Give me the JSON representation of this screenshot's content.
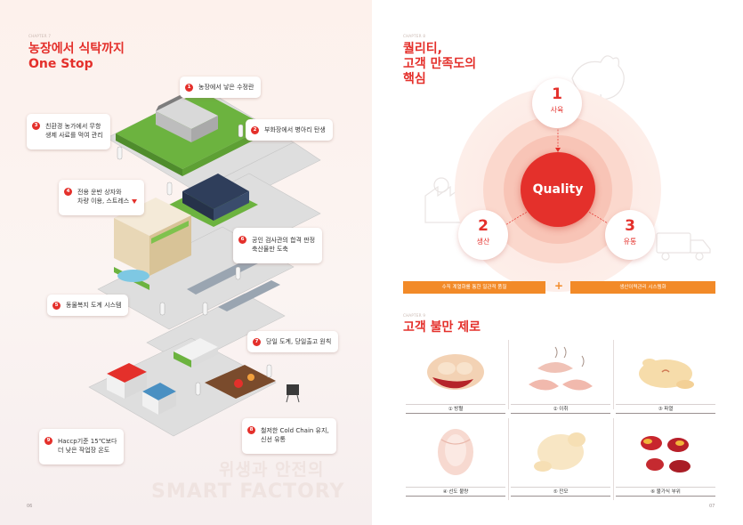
{
  "left": {
    "chapter_tag": "CHAPTER 7",
    "title_line1": "농장에서 식탁까지",
    "title_line2": "One Stop",
    "page_number": "06",
    "watermark_kr": "위생과 안전의",
    "watermark_en": "SMART FACTORY",
    "callouts": [
      {
        "num": "1",
        "line1": "농장에서 낳은 수정란",
        "line2": ""
      },
      {
        "num": "2",
        "line1": "부화장에서 병아리 탄생",
        "line2": ""
      },
      {
        "num": "3",
        "line1": "친환경 농가에서 무항",
        "line2": "생제 사료를 먹여 관리"
      },
      {
        "num": "4",
        "line1": "전용 운반 상자와",
        "line2": "차량 이용, 스트레스"
      },
      {
        "num": "5",
        "line1": "동물복지 도계 시스템",
        "line2": ""
      },
      {
        "num": "6",
        "line1": "공인 검사관의 합격 판정",
        "line2": "축산물만 도축"
      },
      {
        "num": "7",
        "line1": "당일 도계, 당일출고 원칙",
        "line2": ""
      },
      {
        "num": "8",
        "line1": "철저한 Cold Chain 유지,",
        "line2": "신선 유통"
      },
      {
        "num": "9",
        "line1": "Haccp기준 15℃보다",
        "line2": "더 낮은 작업장 온도"
      }
    ]
  },
  "right": {
    "chapter_tag_top": "CHAPTER 8",
    "title_top_1": "퀄리티,",
    "title_top_2": "고객 만족도의",
    "title_top_3": "핵심",
    "center_label": "Quality",
    "nodes": [
      {
        "num": "1",
        "label": "사육"
      },
      {
        "num": "2",
        "label": "생산"
      },
      {
        "num": "3",
        "label": "유통"
      }
    ],
    "bar_left": "수직 계열화를 통한 일관적 품질",
    "bar_right": "생산이력관리 시스템화",
    "chapter_tag_bottom": "CHAPTER 9",
    "title_bottom": "고객 불만 제로",
    "products": [
      {
        "label": "① 방혈"
      },
      {
        "label": "② 이취"
      },
      {
        "label": "③ 파열"
      },
      {
        "label": "④ 선도 불량"
      },
      {
        "label": "⑤ 잔모"
      },
      {
        "label": "⑥ 불가식 부위"
      }
    ],
    "page_number": "07"
  },
  "colors": {
    "accent_red": "#e4302b",
    "accent_orange": "#f28a28",
    "grass": "#6cb33f"
  },
  "icons": [
    "chicken-outline-icon",
    "factory-outline-icon",
    "truck-outline-icon",
    "down-arrow-icon",
    "plus-icon"
  ]
}
